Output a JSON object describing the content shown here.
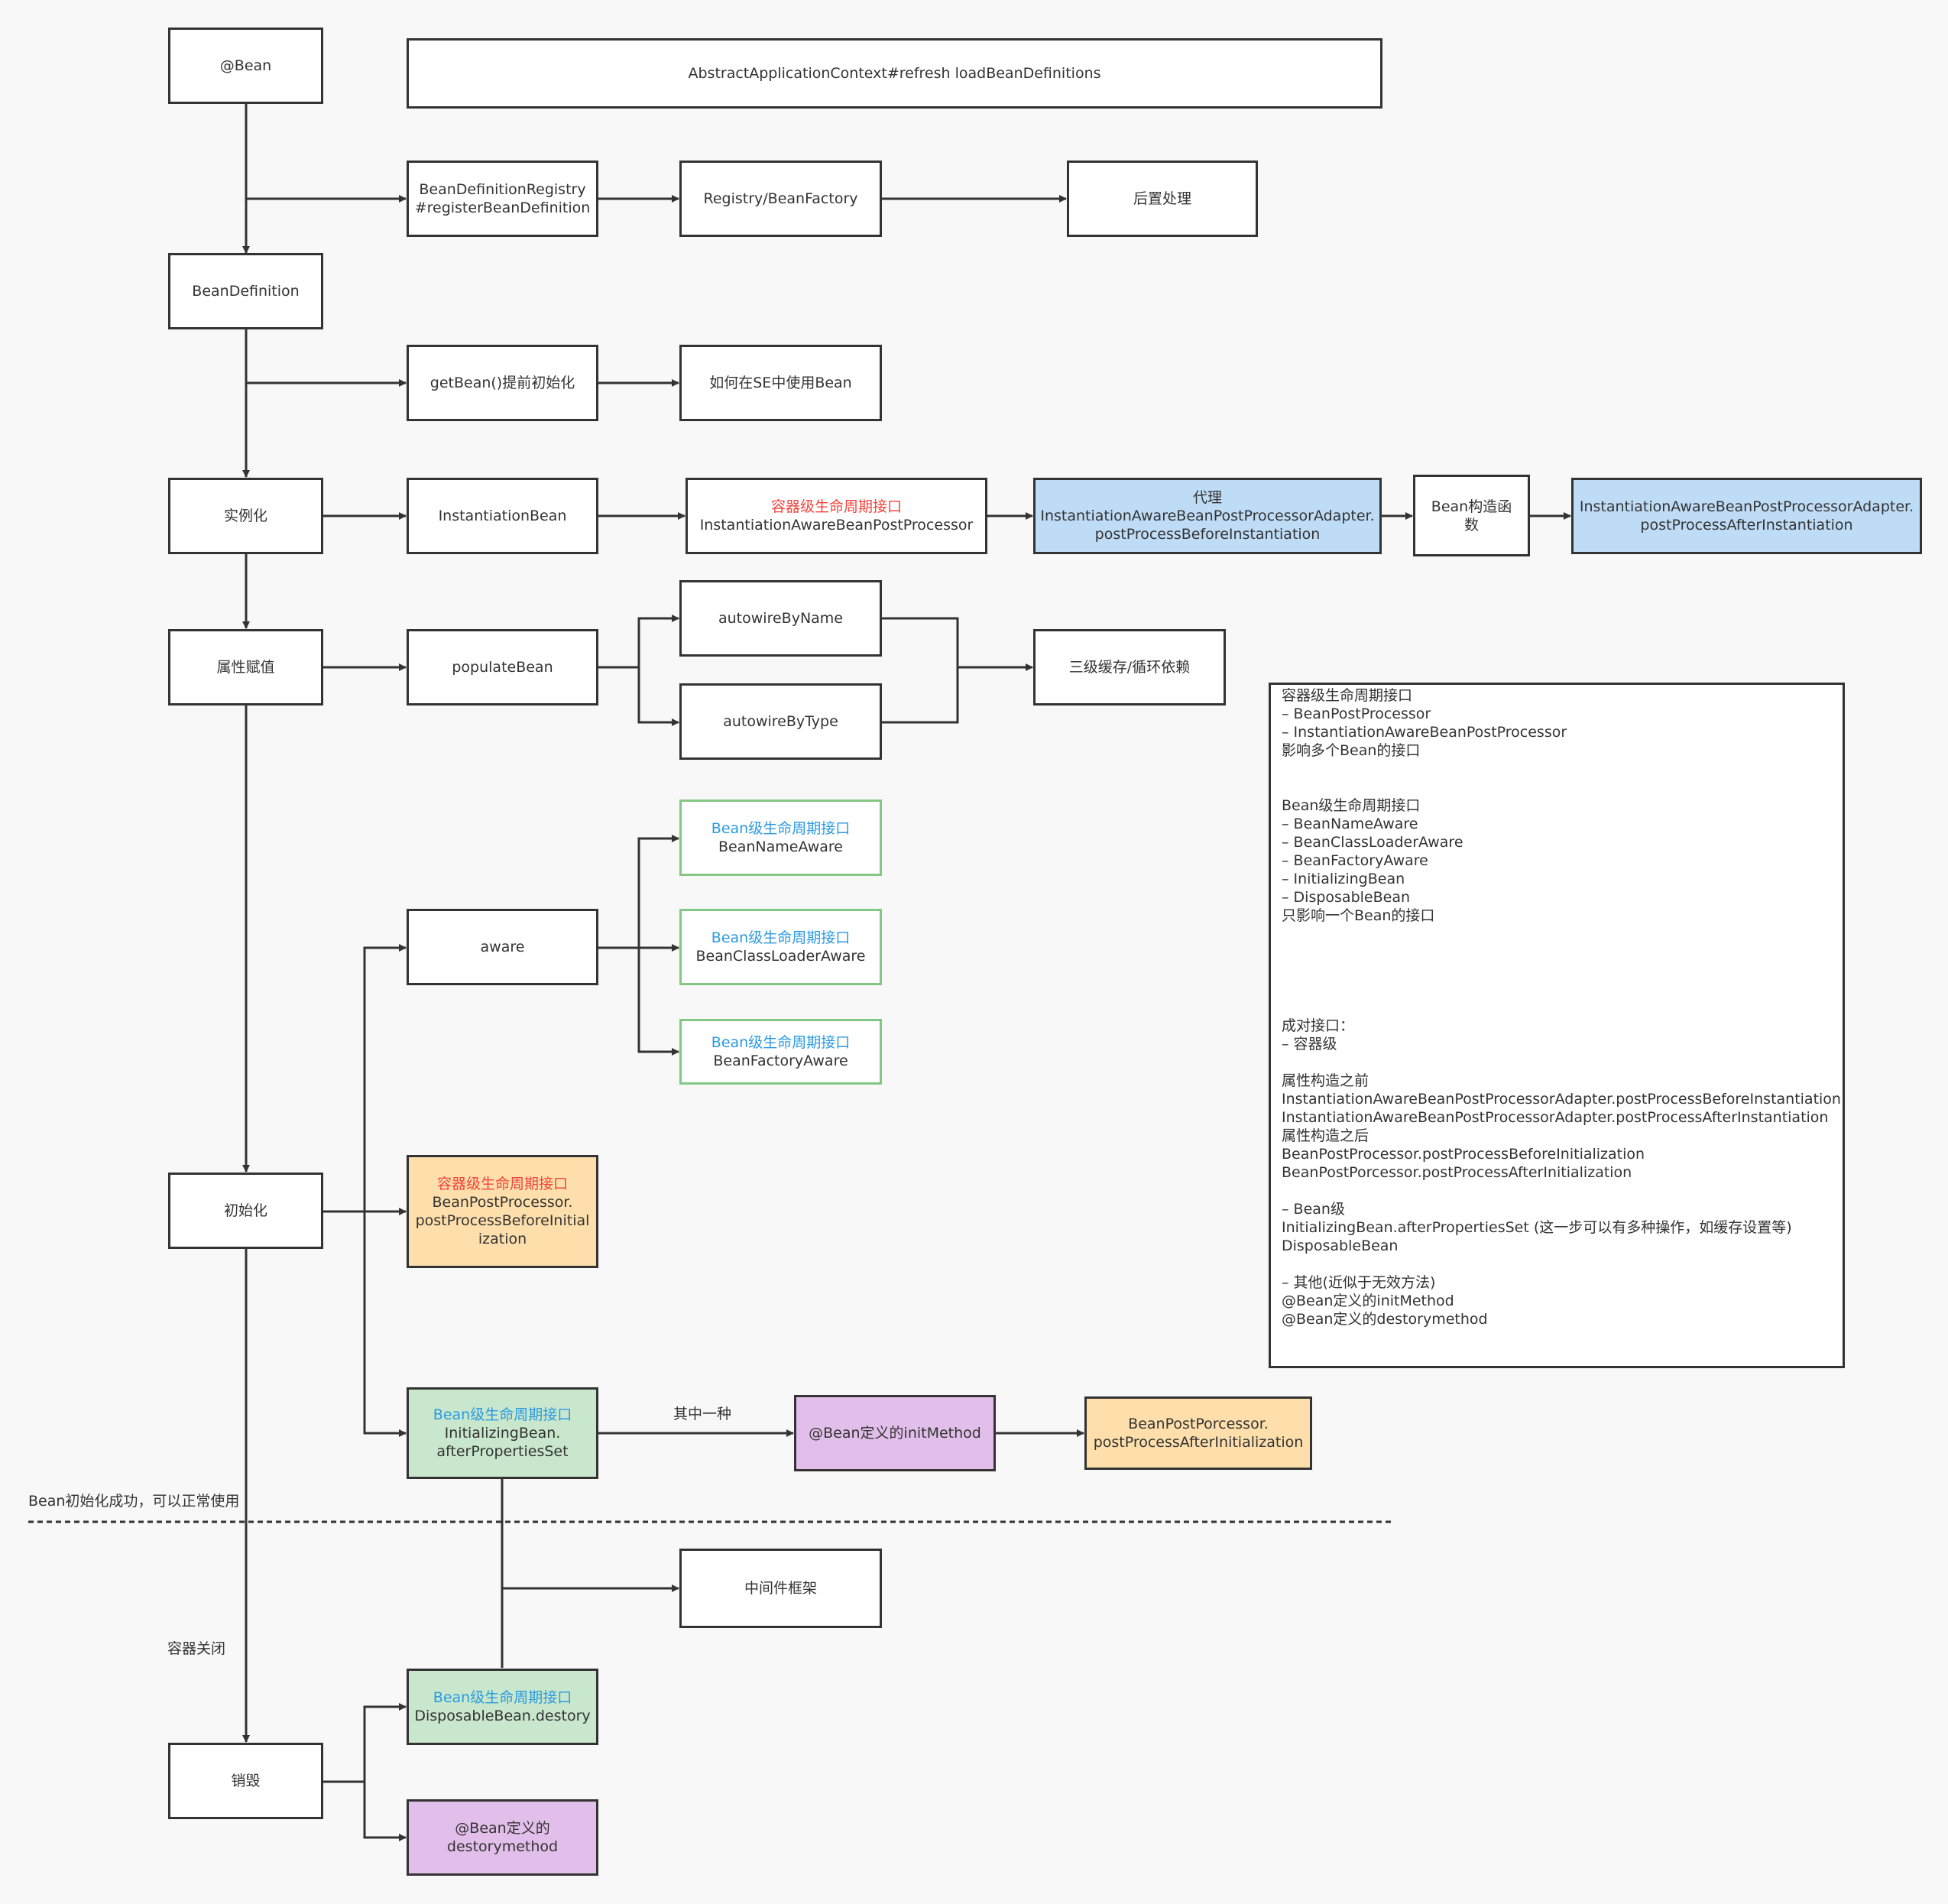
{
  "nodes": {
    "bean": "@Bean",
    "refresh": "AbstractApplicationContext#refresh loadBeanDefinitions",
    "registry_line1": "BeanDefinitionRegistry",
    "registry_line2": "#registerBeanDefinition",
    "registry_factory": "Registry/BeanFactory",
    "post_process": "后置处理",
    "bean_definition": "BeanDefinition",
    "getbean": "getBean()提前初始化",
    "se_bean": "如何在SE中使用Bean",
    "instantiate": "实例化",
    "instantiation_bean": "InstantiationBean",
    "container_tag": "容器级生命周期接口",
    "iabpp": "InstantiationAwareBeanPostProcessor",
    "proxy_label": "代理",
    "before_inst_line1": "InstantiationAwareBeanPostProcessorAdapter.",
    "before_inst_line2": "postProcessBeforeInstantiation",
    "constructor": "Bean构造函数",
    "after_inst_line1": "InstantiationAwareBeanPostProcessorAdapter.",
    "after_inst_line2": "postProcessAfterInstantiation",
    "populate_label": "属性赋值",
    "populate_bean": "populateBean",
    "autowire_by_name": "autowireByName",
    "autowire_by_type": "autowireByType",
    "cache": "三级缓存/循环依赖",
    "bean_tag": "Bean级生命周期接口",
    "bean_name_aware": "BeanNameAware",
    "bean_classloader_aware": "BeanClassLoaderAware",
    "bean_factory_aware": "BeanFactoryAware",
    "aware": "aware",
    "init": "初始化",
    "bpp_before": "BeanPostProcessor.\npostProcessBeforeInitialization",
    "init_bean_line1": "InitializingBean.",
    "init_bean_line2": "afterPropertiesSet",
    "one_of": "其中一种",
    "init_method": "@Bean定义的initMethod",
    "bpp_after_line1": "BeanPostPorcessor.",
    "bpp_after_line2": "postProcessAfterInitialization",
    "init_success": "Bean初始化成功，可以正常使用",
    "middleware": "中间件框架",
    "container_close": "容器关闭",
    "disposable": "DisposableBean.destory",
    "destroy": "销毁",
    "destroy_method_line1": "@Bean定义的",
    "destroy_method_line2": "destorymethod"
  },
  "notes": [
    "容器级生命周期接口",
    "– BeanPostProcessor",
    "– InstantiationAwareBeanPostProcessor",
    "影响多个Bean的接口",
    "",
    "",
    "Bean级生命周期接口",
    "– BeanNameAware",
    "– BeanClassLoaderAware",
    "– BeanFactoryAware",
    "– InitializingBean",
    "– DisposableBean",
    "只影响一个Bean的接口",
    "",
    "",
    "",
    "",
    "",
    "成对接口：",
    "– 容器级",
    "",
    "属性构造之前",
    "InstantiationAwareBeanPostProcessorAdapter.postProcessBeforeInstantiation",
    "InstantiationAwareBeanPostProcessorAdapter.postProcessAfterInstantiation",
    "属性构造之后",
    "BeanPostProcessor.postProcessBeforeInitialization",
    "BeanPostPorcessor.postProcessAfterInitialization",
    "",
    "– Bean级",
    "InitializingBean.afterPropertiesSet (这一步可以有多种操作，如缓存设置等)",
    "DisposableBean",
    "",
    "– 其他(近似于无效方法)",
    "@Bean定义的initMethod",
    "@Bean定义的destorymethod"
  ],
  "colors": {
    "line": "#333333",
    "red_text": "#f2433c",
    "blue_text": "#2b9ae0",
    "blue_fill": "#bfdcf7",
    "orange_fill": "#fedfab",
    "green_fill": "#c9e7cc",
    "purple_fill": "#e2bfea",
    "green_border": "#82c783"
  }
}
